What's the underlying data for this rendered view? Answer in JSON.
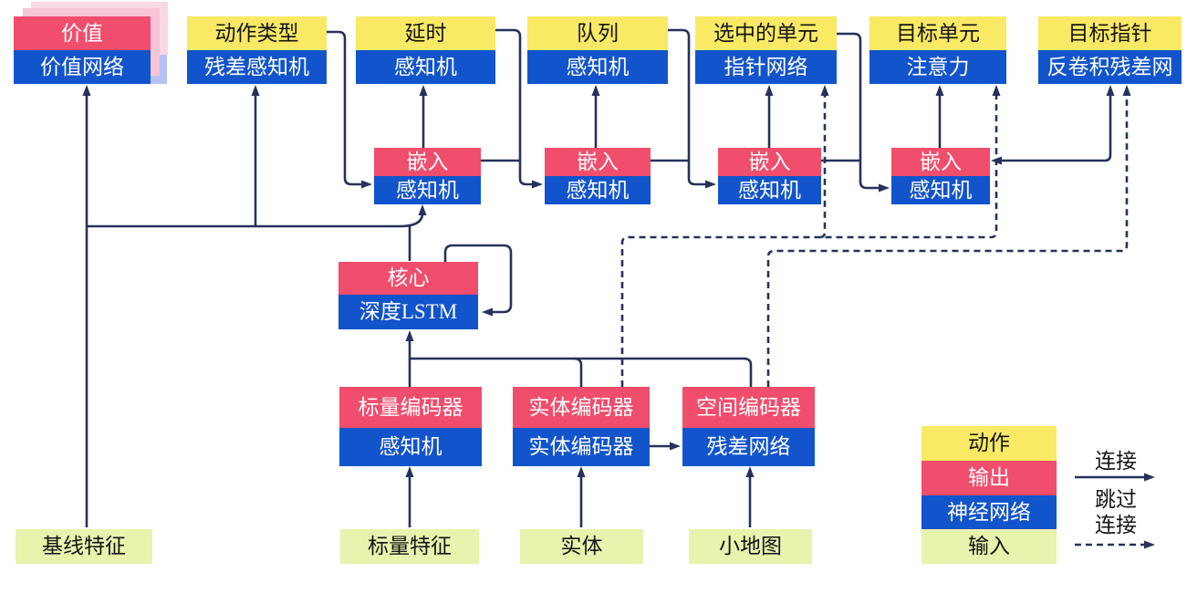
{
  "diagram": {
    "heads": [
      {
        "header": "价值",
        "body": "价值网络",
        "header_type": "output"
      },
      {
        "header": "动作类型",
        "body": "残差感知机",
        "header_type": "action"
      },
      {
        "header": "延时",
        "body": "感知机",
        "header_type": "action"
      },
      {
        "header": "队列",
        "body": "感知机",
        "header_type": "action"
      },
      {
        "header": "选中的单元",
        "body": "指针网络",
        "header_type": "action"
      },
      {
        "header": "目标单元",
        "body": "注意力",
        "header_type": "action"
      },
      {
        "header": "目标指针",
        "body": "反卷积残差网",
        "header_type": "action"
      }
    ],
    "embeds": [
      {
        "header": "嵌入",
        "body": "感知机"
      },
      {
        "header": "嵌入",
        "body": "感知机"
      },
      {
        "header": "嵌入",
        "body": "感知机"
      },
      {
        "header": "嵌入",
        "body": "感知机"
      }
    ],
    "core": {
      "header": "核心",
      "body": "深度LSTM"
    },
    "encoders": [
      {
        "header": "标量编码器",
        "body": "感知机"
      },
      {
        "header": "实体编码器",
        "body": "实体编码器"
      },
      {
        "header": "空间编码器",
        "body": "残差网络"
      }
    ],
    "inputs": [
      {
        "label": "基线特征"
      },
      {
        "label": "标量特征"
      },
      {
        "label": "实体"
      },
      {
        "label": "小地图"
      }
    ],
    "legend": {
      "rows": [
        {
          "label": "动作",
          "type": "action"
        },
        {
          "label": "输出",
          "type": "output"
        },
        {
          "label": "神经网络",
          "type": "network"
        },
        {
          "label": "输入",
          "type": "input"
        }
      ],
      "solid_edge_label": "连接",
      "dashed_edge_label_line1": "跳过",
      "dashed_edge_label_line2": "连接"
    },
    "colors": {
      "action": "#F9E964",
      "output": "#F14D6C",
      "network": "#1254CC",
      "input": "#E8F3AE",
      "edge": "#25325B",
      "value_shadow_pink": "#F7C5D7",
      "value_shadow_light_pink": "#FAD7E5",
      "value_shadow_blue": "#B5C3F2"
    }
  }
}
